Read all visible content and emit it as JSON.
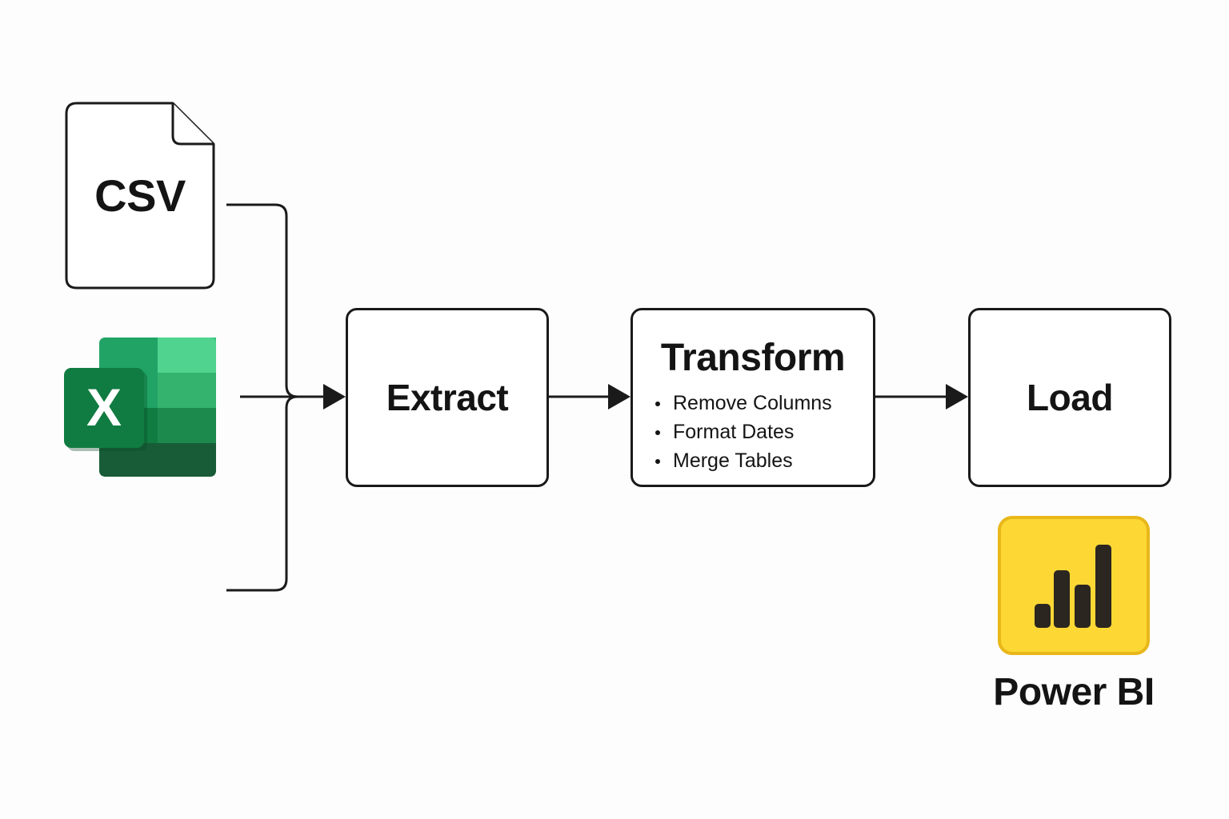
{
  "sources": {
    "csv": {
      "label": "CSV",
      "icon": "csv-file-icon"
    },
    "excel": {
      "icon": "excel-icon",
      "letter": "X"
    }
  },
  "steps": {
    "extract": {
      "title": "Extract"
    },
    "transform": {
      "title": "Transform",
      "items": [
        "Remove Columns",
        "Format Dates",
        "Merge Tables"
      ]
    },
    "load": {
      "title": "Load"
    }
  },
  "destination": {
    "label": "Power BI",
    "icon": "power-bi-icon"
  },
  "colors": {
    "stroke": "#1a1a1a",
    "excel_dark": "#185c37",
    "excel_mid": "#21a366",
    "excel_light": "#33c481",
    "powerbi_yellow": "#fdd835",
    "powerbi_border": "#e8b71a"
  }
}
